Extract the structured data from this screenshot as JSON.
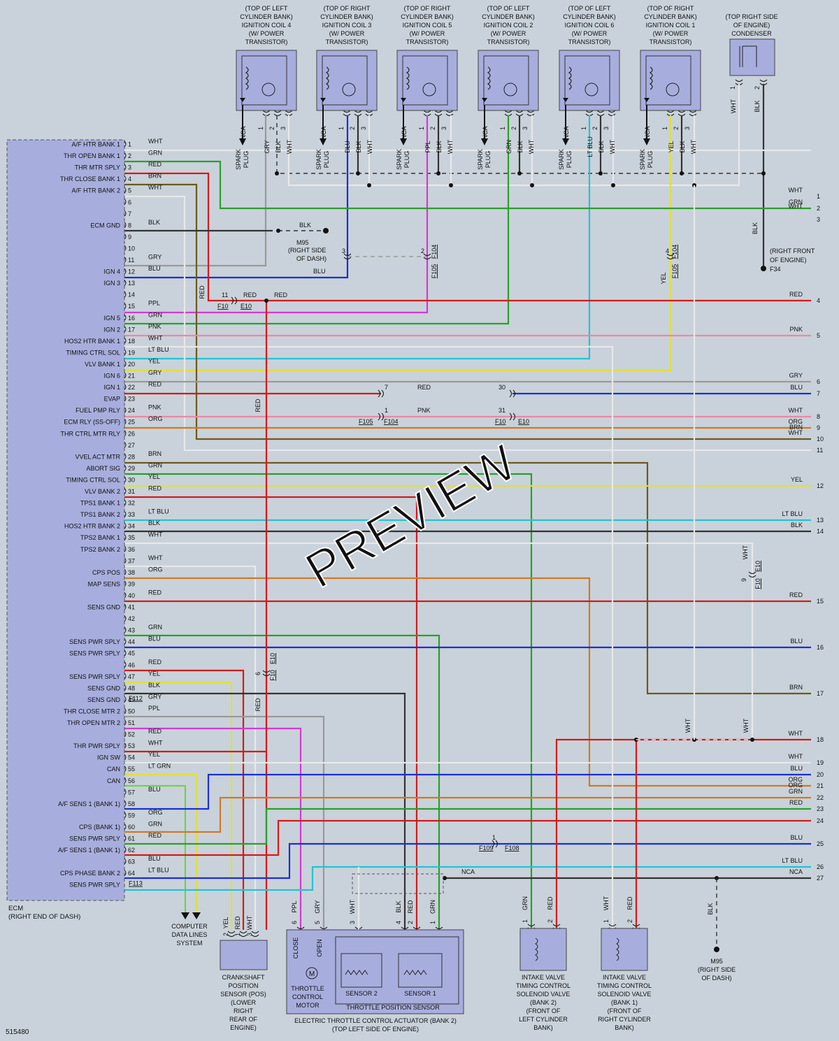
{
  "colors": {
    "background": "#c9d2da",
    "component_fill": "#a7aedd",
    "WHT": "#e8e8e8",
    "GRN": "#2aa02a",
    "RED": "#d01c1c",
    "BRN": "#6b5a1e",
    "BLK": "#333333",
    "GRY": "#9a9a9a",
    "BLU": "#1c2fd0",
    "PPL": "#d33ad3",
    "PNK": "#e98aa3",
    "LT BLU": "#22c4d4",
    "YEL": "#e0e03a",
    "ORG": "#d07a24",
    "LT GRN": "#6fd34a"
  },
  "coils": [
    {
      "label": [
        "(TOP OF LEFT",
        "CYLINDER BANK)",
        "IGNITION COIL 4",
        "(W/ POWER",
        "TRANSISTOR)"
      ],
      "pins": [
        "NCA",
        "GRY",
        "BLK",
        "WHT"
      ],
      "pin_nums": [
        "1",
        "2",
        "3"
      ]
    },
    {
      "label": [
        "(TOP OF RIGHT",
        "CYLINDER BANK)",
        "IGNITION COIL 3",
        "(W/ POWER",
        "TRANSISTOR)"
      ],
      "pins": [
        "NCA",
        "BLU",
        "BLK",
        "WHT"
      ],
      "pin_nums": [
        "1",
        "2",
        "3"
      ]
    },
    {
      "label": [
        "(TOP OF RIGHT",
        "CYLINDER BANK)",
        "IGNITION COIL 5",
        "(W/ POWER",
        "TRANSISTOR)"
      ],
      "pins": [
        "NCA",
        "PPL",
        "BLK",
        "WHT"
      ],
      "pin_nums": [
        "1",
        "2",
        "3"
      ]
    },
    {
      "label": [
        "(TOP OF LEFT",
        "CYLINDER BANK)",
        "IGNITION COIL 2",
        "(W/ POWER",
        "TRANSISTOR)"
      ],
      "pins": [
        "NCA",
        "GRN",
        "BLK",
        "WHT"
      ],
      "pin_nums": [
        "1",
        "2",
        "3"
      ]
    },
    {
      "label": [
        "(TOP OF LEFT",
        "CYLINDER BANK)",
        "IGNITION COIL 6",
        "(W/ POWER",
        "TRANSISTOR)"
      ],
      "pins": [
        "NCA",
        "LT BLU",
        "BLK",
        "WHT"
      ],
      "pin_nums": [
        "1",
        "2",
        "3"
      ]
    },
    {
      "label": [
        "(TOP OF RIGHT",
        "CYLINDER BANK)",
        "IGNITION COIL 1",
        "(W/ POWER",
        "TRANSISTOR)"
      ],
      "pins": [
        "NCA",
        "YEL",
        "BLK",
        "WHT"
      ],
      "pin_nums": [
        "1",
        "2",
        "3"
      ]
    }
  ],
  "spark_plug": [
    "SPARK",
    "PLUG"
  ],
  "condenser": {
    "label": [
      "(TOP RIGHT SIDE",
      "OF ENGINE)",
      "CONDENSER"
    ],
    "pins": [
      "WHT",
      "BLK"
    ],
    "pin_nums": [
      "1",
      "2"
    ]
  },
  "ecm": {
    "title": "ECM",
    "location": "(RIGHT END OF DASH)",
    "pins": [
      {
        "n": "1",
        "c": "WHT",
        "l": "A/F HTR BANK 1"
      },
      {
        "n": "2",
        "c": "GRN",
        "l": "THR OPEN BANK 1"
      },
      {
        "n": "3",
        "c": "RED",
        "l": "THR MTR SPLY"
      },
      {
        "n": "4",
        "c": "BRN",
        "l": "THR CLOSE BANK 1"
      },
      {
        "n": "5",
        "c": "WHT",
        "l": "A/F HTR BANK 2"
      },
      {
        "n": "6",
        "c": "",
        "l": ""
      },
      {
        "n": "7",
        "c": "",
        "l": ""
      },
      {
        "n": "8",
        "c": "BLK",
        "l": "ECM GND"
      },
      {
        "n": "9",
        "c": "",
        "l": ""
      },
      {
        "n": "10",
        "c": "",
        "l": ""
      },
      {
        "n": "11",
        "c": "GRY",
        "l": ""
      },
      {
        "n": "12",
        "c": "BLU",
        "l": "IGN 4"
      },
      {
        "n": "13",
        "c": "",
        "l": "IGN 3"
      },
      {
        "n": "14",
        "c": "",
        "l": ""
      },
      {
        "n": "15",
        "c": "PPL",
        "l": ""
      },
      {
        "n": "16",
        "c": "GRN",
        "l": "IGN 5"
      },
      {
        "n": "17",
        "c": "PNK",
        "l": "IGN 2"
      },
      {
        "n": "18",
        "c": "WHT",
        "l": "HOS2 HTR BANK 1"
      },
      {
        "n": "19",
        "c": "LT BLU",
        "l": "TIMING CTRL SOL"
      },
      {
        "n": "20",
        "c": "YEL",
        "l": "VLV BANK 1"
      },
      {
        "n": "21",
        "c": "GRY",
        "l": "IGN 6"
      },
      {
        "n": "22",
        "c": "RED",
        "l": "IGN 1"
      },
      {
        "n": "23",
        "c": "",
        "l": "EVAP"
      },
      {
        "n": "24",
        "c": "PNK",
        "l": "FUEL PMP RLY"
      },
      {
        "n": "25",
        "c": "ORG",
        "l": "ECM RLY (SS-OFF)"
      },
      {
        "n": "26",
        "c": "",
        "l": "THR CTRL MTR RLY"
      },
      {
        "n": "27",
        "c": "",
        "l": ""
      },
      {
        "n": "28",
        "c": "BRN",
        "l": "VVEL ACT MTR"
      },
      {
        "n": "29",
        "c": "GRN",
        "l": "ABORT SIG"
      },
      {
        "n": "30",
        "c": "YEL",
        "l": "TIMING CTRL SOL"
      },
      {
        "n": "31",
        "c": "RED",
        "l": "VLV BANK 2"
      },
      {
        "n": "32",
        "c": "",
        "l": "TPS1 BANK 1"
      },
      {
        "n": "33",
        "c": "LT BLU",
        "l": "TPS1 BANK 2"
      },
      {
        "n": "34",
        "c": "BLK",
        "l": "HOS2 HTR BANK 2"
      },
      {
        "n": "35",
        "c": "WHT",
        "l": "TPS2 BANK 1"
      },
      {
        "n": "36",
        "c": "",
        "l": "TPS2 BANK 2"
      },
      {
        "n": "37",
        "c": "WHT",
        "l": ""
      },
      {
        "n": "38",
        "c": "ORG",
        "l": "CPS POS"
      },
      {
        "n": "39",
        "c": "",
        "l": "MAP SENS"
      },
      {
        "n": "40",
        "c": "RED",
        "l": ""
      },
      {
        "n": "41",
        "c": "",
        "l": "SENS GND"
      },
      {
        "n": "42",
        "c": "",
        "l": ""
      },
      {
        "n": "43",
        "c": "GRN",
        "l": ""
      },
      {
        "n": "44",
        "c": "BLU",
        "l": "SENS PWR SPLY"
      },
      {
        "n": "45",
        "c": "",
        "l": "SENS PWR SPLY"
      },
      {
        "n": "46",
        "c": "RED",
        "l": ""
      },
      {
        "n": "47",
        "c": "YEL",
        "l": "SENS PWR SPLY"
      },
      {
        "n": "48",
        "c": "BLK",
        "l": "SENS GND"
      },
      {
        "n": "49",
        "c": "GRY",
        "l": "SENS GND"
      },
      {
        "n": "50",
        "c": "PPL",
        "l": "THR CLOSE MTR 2"
      },
      {
        "n": "51",
        "c": "",
        "l": "THR OPEN MTR 2"
      },
      {
        "n": "52",
        "c": "RED",
        "l": ""
      },
      {
        "n": "53",
        "c": "WHT",
        "l": "THR PWR SPLY"
      },
      {
        "n": "54",
        "c": "YEL",
        "l": "IGN SW"
      },
      {
        "n": "55",
        "c": "LT GRN",
        "l": "CAN"
      },
      {
        "n": "56",
        "c": "",
        "l": "CAN"
      },
      {
        "n": "57",
        "c": "BLU",
        "l": ""
      },
      {
        "n": "58",
        "c": "",
        "l": "A/F SENS 1 (BANK 1)"
      },
      {
        "n": "59",
        "c": "ORG",
        "l": ""
      },
      {
        "n": "60",
        "c": "GRN",
        "l": "CPS (BANK 1)"
      },
      {
        "n": "61",
        "c": "RED",
        "l": "SENS PWR SPLY"
      },
      {
        "n": "62",
        "c": "",
        "l": "A/F SENS 1 (BANK 1)"
      },
      {
        "n": "63",
        "c": "BLU",
        "l": ""
      },
      {
        "n": "64",
        "c": "LT BLU",
        "l": "CPS PHASE BANK 2"
      }
    ],
    "pin65_label": "SENS PWR SPLY",
    "connectors": [
      "F112",
      "F113"
    ]
  },
  "ecm_gnd": {
    "wire": "BLK",
    "ground": "M95",
    "loc": [
      "(RIGHT SIDE",
      "OF DASH)"
    ]
  },
  "f34": {
    "wire": "BLK",
    "ground": "F34",
    "loc": [
      "(RIGHT FRONT",
      "OF ENGINE)"
    ]
  },
  "right_wires": [
    {
      "n": "1",
      "c": "WHT"
    },
    {
      "n": "2",
      "c": "GRN"
    },
    {
      "n": "",
      "c": "WHT"
    },
    {
      "n": "3",
      "c": ""
    },
    {
      "n": "4",
      "c": "RED"
    },
    {
      "n": "5",
      "c": "PNK"
    },
    {
      "n": "6",
      "c": "GRY"
    },
    {
      "n": "7",
      "c": "BLU"
    },
    {
      "n": "8",
      "c": "WHT"
    },
    {
      "n": "9",
      "c": "ORG"
    },
    {
      "n": "",
      "c": "BRN"
    },
    {
      "n": "10",
      "c": "WHT"
    },
    {
      "n": "11",
      "c": ""
    },
    {
      "n": "12",
      "c": "YEL"
    },
    {
      "n": "13",
      "c": "LT BLU"
    },
    {
      "n": "14",
      "c": "BLK"
    },
    {
      "n": "15",
      "c": "RED"
    },
    {
      "n": "16",
      "c": "BLU"
    },
    {
      "n": "17",
      "c": "BRN"
    },
    {
      "n": "18",
      "c": "WHT"
    },
    {
      "n": "19",
      "c": "WHT"
    },
    {
      "n": "20",
      "c": "BLU"
    },
    {
      "n": "21",
      "c": "ORG"
    },
    {
      "n": "",
      "c": "ORG"
    },
    {
      "n": "22",
      "c": "GRN"
    },
    {
      "n": "23",
      "c": "RED"
    },
    {
      "n": "24",
      "c": ""
    },
    {
      "n": "25",
      "c": "BLU"
    },
    {
      "n": "26",
      "c": "LT BLU"
    },
    {
      "n": "27",
      "c": "NCA"
    }
  ],
  "splices": {
    "f10_e10_a": {
      "pin": "11",
      "wire": "RED",
      "conn": [
        "F10",
        "E10"
      ]
    },
    "f105_f104_a": {
      "pin": "7",
      "wire": "RED"
    },
    "f10_e10_b": {
      "pin": "30"
    },
    "f105_f104_b": {
      "pin": "1",
      "wire": "PNK",
      "conn": [
        "F105",
        "F104"
      ]
    },
    "f10_e10_c": {
      "pin": "31",
      "conn": [
        "F10",
        "E10"
      ]
    },
    "coil3_conn": {
      "pin": "3"
    },
    "coil5_conn": {
      "pin": "2",
      "conn": [
        "F105",
        "F104"
      ]
    },
    "coil1_conn": {
      "pin": "4",
      "wire": "YEL",
      "conn": [
        "F105",
        "F104"
      ]
    },
    "f10_e10_d": {
      "pin": "9",
      "wire": "WHT",
      "conn": [
        "F10",
        "E10"
      ]
    },
    "f10_e10_e": {
      "pin": "6",
      "conn": [
        "F10",
        "E10"
      ]
    },
    "f109_f108": {
      "pin": "1",
      "conn": [
        "F109",
        "F108"
      ]
    },
    "m95_loc": [
      "M95",
      "(RIGHT SIDE",
      "OF DASH)"
    ]
  },
  "bottom_components": {
    "data_lines": [
      "COMPUTER",
      "DATA LINES",
      "SYSTEM"
    ],
    "cps": {
      "label": [
        "CRANKSHAFT",
        "POSITION",
        "SENSOR (POS)",
        "(LOWER",
        "RIGHT",
        "REAR OF",
        "ENGINE)"
      ],
      "pins": [
        "YEL",
        "RED",
        "WHT"
      ],
      "nums": [
        "2",
        "1",
        "3"
      ]
    },
    "etc": {
      "label": [
        "ELECTRIC THROTTLE CONTROL ACTUATOR (BANK 2)",
        "(TOP LEFT SIDE OF ENGINE)"
      ],
      "motor": [
        "THROTTLE",
        "CONTROL",
        "MOTOR"
      ],
      "close": "CLOSE",
      "open": "OPEN",
      "m": "M",
      "sensor2": "SENSOR 2",
      "sensor1": "SENSOR 1",
      "tps": "THROTTLE POSITION SENSOR",
      "pins": [
        "PPL",
        "GRY",
        "WHT",
        "BLK",
        "RED",
        "GRN"
      ],
      "nums": [
        "6",
        "5",
        "3",
        "4",
        "2",
        "1"
      ]
    },
    "ivtc2": {
      "label": [
        "INTAKE VALVE",
        "TIMING CONTROL",
        "SOLENOID VALVE",
        "(BANK 2)",
        "(FRONT OF",
        "LEFT CYLINDER",
        "BANK)"
      ],
      "pins": [
        "GRN",
        "RED"
      ],
      "nums": [
        "1",
        "2"
      ]
    },
    "ivtc1": {
      "label": [
        "INTAKE VALVE",
        "TIMING CONTROL",
        "SOLENOID VALVE",
        "(BANK 1)",
        "(FRONT OF",
        "RIGHT CYLINDER",
        "BANK)"
      ],
      "pins": [
        "WHT",
        "RED"
      ],
      "nums": [
        "1",
        "2"
      ]
    }
  },
  "nca": "NCA",
  "watermark": "PREVIEW",
  "figure_id": "515480"
}
